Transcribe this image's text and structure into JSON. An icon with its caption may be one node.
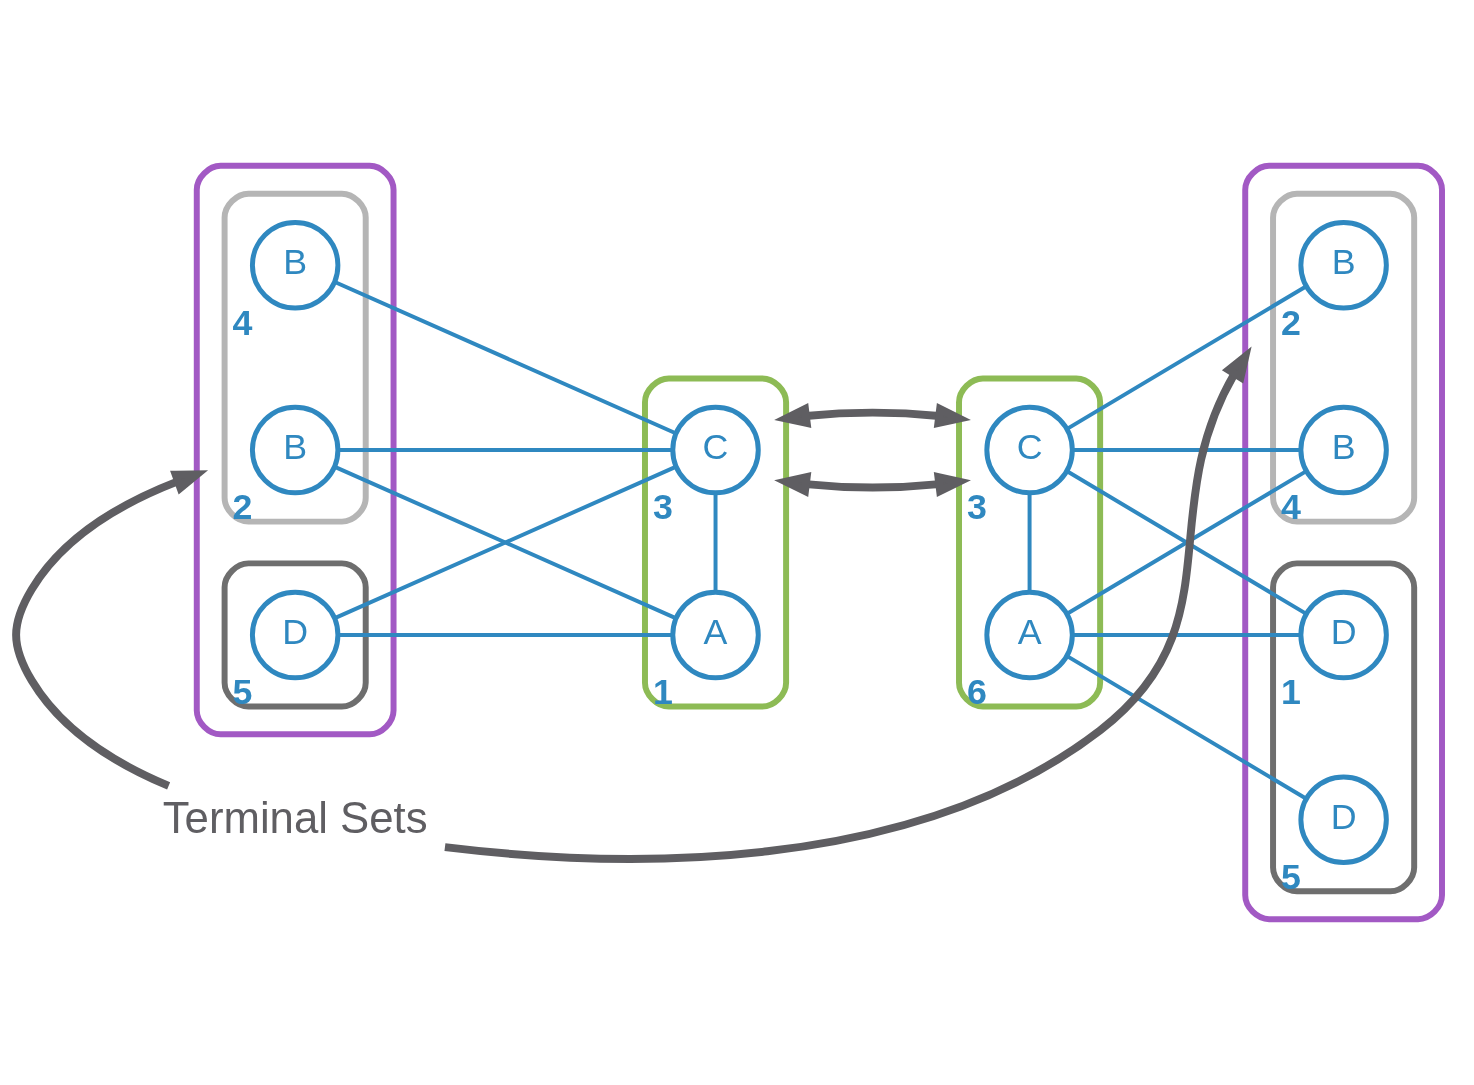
{
  "diagram": {
    "nodes": [
      {
        "text": [],
        "shape": "ellipse"
      },
      {
        "text": [],
        "shape": "ellipse",
        "in": 0
      },
      {
        "text": [
          "B"
        ],
        "beside": [
          "2"
        ],
        "in": 1
      },
      {
        "text": [
          "B"
        ],
        "beside": [
          "4"
        ],
        "in": 1
      },
      {
        "text": [],
        "shape": "ellipse",
        "in": 0
      },
      {
        "text": [
          "D"
        ],
        "beside": [
          "5"
        ],
        "in": 4
      },
      {
        "text": [],
        "shape": "ellipse"
      },
      {
        "text": [
          "C"
        ],
        "beside": [
          "3"
        ],
        "in": 6
      },
      {
        "text": [
          "A"
        ],
        "beside": [
          "1"
        ],
        "in": 6
      },
      {
        "text": [],
        "shape": "ellipse"
      },
      {
        "text": [
          "C"
        ],
        "beside": [
          "3"
        ],
        "in": 9
      },
      {
        "text": [
          "A"
        ],
        "beside": [
          "6"
        ],
        "in": 9
      },
      {
        "text": [],
        "shape": "ellipse"
      },
      {
        "text": [],
        "shape": "ellipse",
        "in": 12
      },
      {
        "text": [
          "B"
        ],
        "beside": [
          "2"
        ],
        "in": 13
      },
      {
        "text": [
          "B"
        ],
        "beside": [
          "4"
        ],
        "in": 13
      },
      {
        "text": [],
        "shape": "ellipse",
        "in": 12
      },
      {
        "text": [
          "D"
        ],
        "beside": [
          "5"
        ],
        "in": 16
      },
      {
        "text": [
          "D"
        ],
        "beside": [
          "1"
        ],
        "in": 16
      },
      {
        "text": [
          "Terminal Sets"
        ]
      }
    ],
    "edges": [
      {
        "from": 2,
        "to": 7,
        "arrow": "none"
      },
      {
        "from": 2,
        "to": 8,
        "arrow": "none"
      },
      {
        "from": 3,
        "to": 7,
        "arrow": "none"
      },
      {
        "from": 5,
        "to": 7,
        "arrow": "none"
      },
      {
        "from": 5,
        "to": 8,
        "arrow": "none"
      },
      {
        "from": 7,
        "to": 8,
        "arrow": "none"
      },
      {
        "from": 6,
        "to": 9,
        "arrow": "both",
        "style": "thick",
        "color": "#5f5e62"
      },
      {
        "from": 6,
        "to": 9,
        "arrow": "both",
        "style": "thick",
        "color": "#5f5e62"
      },
      {
        "from": 10,
        "to": 14,
        "arrow": "none"
      },
      {
        "from": 10,
        "to": 15,
        "arrow": "none"
      },
      {
        "from": 10,
        "to": 18,
        "arrow": "none"
      },
      {
        "from": 10,
        "to": 11,
        "arrow": "none"
      },
      {
        "from": 11,
        "to": 15,
        "arrow": "none"
      },
      {
        "from": 11,
        "to": 17,
        "arrow": "none"
      },
      {
        "from": 11,
        "to": 18,
        "arrow": "none"
      },
      {
        "from": 19,
        "to": 0,
        "arrow": "to",
        "style": "thick",
        "color": "#5f5e62"
      },
      {
        "from": 19,
        "to": 12,
        "arrow": "to",
        "style": "thick",
        "color": "#5f5e62"
      }
    ]
  }
}
